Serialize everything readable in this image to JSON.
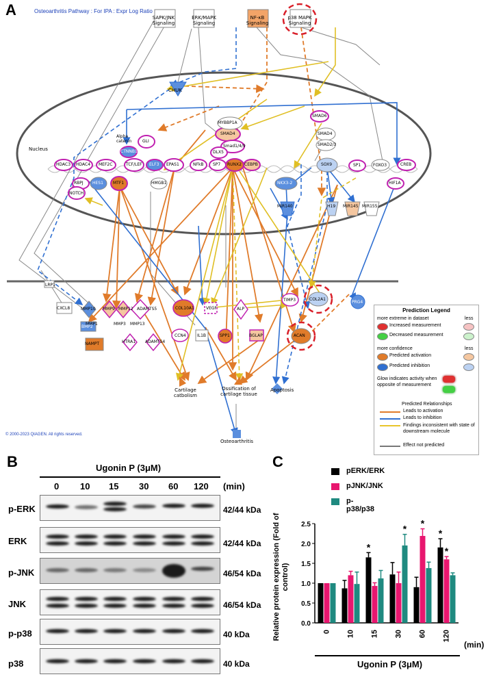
{
  "panel_labels": {
    "a": "A",
    "b": "B",
    "c": "C"
  },
  "pathway": {
    "title": "Osteoarthritis Pathway : For IPA : Expr Log Ratio",
    "copyright": "© 2000-2023 QIAGEN. All rights reserved.",
    "compartment_label": "Nucleus",
    "nodes": {
      "sapk": "SAPK/JNK Signaling",
      "erk": "ERK/MAPK Signaling",
      "nfkb_sig": "NF-κB Signaling",
      "p38": "p38 MAPK Signaling",
      "chuk": "CHUK",
      "smad6": "SMAD6",
      "mybbp1a": "MYBBP1A",
      "smad4a": "SMAD4",
      "smad4b": "SMAD4",
      "smad23": "SMAD2/3",
      "smad149": "Smad1/4/9",
      "alpha": "Alpha catenin",
      "gli": "GLI",
      "ctnnb1": "CTNNB1",
      "tcflef": "TCF/LEF",
      "dlx5": "DLX5",
      "hdac3": "HDAC3",
      "hdac4": "HDAC4",
      "mef2c": "MEF2C",
      "elf3": "ELF3",
      "epas1": "EPAS1",
      "nfkb": "NFkB",
      "sp7": "SP7",
      "runx2": "RUNX2",
      "cebpb": "CEBPB",
      "sox9": "SOX9",
      "sp1": "SP1",
      "foxo3": "FOXO3",
      "creb": "CREB",
      "rbpj": "RBPJ",
      "hes1": "HES1",
      "notch": "NOTCH",
      "mtf1": "MTF1",
      "hmgb1": "HMGB1",
      "nkx32": "NKX3-2",
      "hif1a": "HIF1A",
      "mir140": "MIR140",
      "h19": "H19",
      "mir145": "MIR145",
      "mir155": "MIR155",
      "lrp1": "LRP1",
      "cxcl8": "CXCL8",
      "mmp10": "MMP10",
      "mmp9": "MMP9",
      "mmp12": "MMP12",
      "adamts5": "ADAMTS5",
      "col10a1": "COL10A1",
      "vegf": "VEGF",
      "alp": "ALP",
      "timp3": "TIMP3",
      "col2a1": "COL2A1",
      "prg4": "PRG4",
      "mmp1": "MMP1",
      "mmp3": "MMP3",
      "mmp13": "MMP13",
      "bmp2": "BMP2",
      "nampt": "NAMPT",
      "htra1": "HTRA1",
      "adamts4": "ADAMTS4",
      "ccn4": "CCN4",
      "il1b": "IL1B",
      "spp1": "SPP1",
      "bglap": "BGLAP",
      "acan": "ACAN",
      "cart_cat": "Cartilage catbolism",
      "ossif": "Ossification of cartilage tissue",
      "apop": "Apoptosis",
      "oa": "Osteoarthritis"
    },
    "legend": {
      "title": "Prediction Legend",
      "extreme": "more extreme in dataset",
      "less1": "less",
      "increased": "Increased measurement",
      "decreased": "Decreased measurement",
      "confidence": "more confidence",
      "less2": "less",
      "activation": "Predicted activation",
      "inhibition": "Predicted inhibition",
      "glow": "Glow indicates activity when opposite of measurement",
      "rel_title": "Predicted Relationships",
      "rel_act": "Leads to activation",
      "rel_inh": "Leads to inhibition",
      "rel_inc": "Findings inconsistent with state of downstream molecule",
      "rel_np": "Effect not predicted",
      "colors": {
        "activation": "#e07b2a",
        "inhibition": "#2f6fd1",
        "inconsistent": "#e8c52a",
        "not_predicted": "#777777",
        "increased": "#e03030",
        "decreased": "#44d044"
      }
    }
  },
  "blot": {
    "treatment": "Ugonin P (3μM)",
    "times": [
      "0",
      "10",
      "15",
      "30",
      "60",
      "120"
    ],
    "unit": "(min)",
    "rows": [
      {
        "protein": "p-ERK",
        "kda": "42/44 kDa"
      },
      {
        "protein": "ERK",
        "kda": "42/44 kDa"
      },
      {
        "protein": "p-JNK",
        "kda": "46/54 kDa"
      },
      {
        "protein": "JNK",
        "kda": "46/54 kDa"
      },
      {
        "protein": "p-p38",
        "kda": "40 kDa"
      },
      {
        "protein": "p38",
        "kda": "40 kDa"
      }
    ]
  },
  "chart_data": {
    "type": "bar",
    "categories": [
      "0",
      "10",
      "15",
      "30",
      "60",
      "120"
    ],
    "series": [
      {
        "name": "pERK/ERK",
        "color": "#000000",
        "values": [
          1.0,
          0.87,
          1.65,
          1.22,
          0.9,
          1.9
        ],
        "errors": [
          0.0,
          0.2,
          0.12,
          0.3,
          0.25,
          0.22
        ],
        "significant": [
          false,
          false,
          true,
          false,
          false,
          true
        ]
      },
      {
        "name": "pJNK/JNK",
        "color": "#e8176f",
        "values": [
          1.0,
          1.2,
          0.93,
          1.0,
          2.19,
          1.6
        ],
        "errors": [
          0.0,
          0.1,
          0.08,
          0.28,
          0.18,
          0.07
        ],
        "significant": [
          false,
          false,
          false,
          false,
          true,
          true
        ]
      },
      {
        "name": "p-p38/p38",
        "color": "#1f8a80",
        "values": [
          1.0,
          0.98,
          1.12,
          1.95,
          1.38,
          1.2
        ],
        "errors": [
          0.0,
          0.3,
          0.2,
          0.28,
          0.15,
          0.06
        ],
        "significant": [
          false,
          false,
          false,
          true,
          false,
          false
        ]
      }
    ],
    "ylabel": "Relative protein expression (Fold of control)",
    "xlabel": "Ugonin P (3μM)",
    "x_unit": "(min)",
    "ylim": [
      0,
      2.5
    ],
    "yticks": [
      "0.0",
      "0.5",
      "1.0",
      "1.5",
      "2.0",
      "2.5"
    ],
    "sig_marker": "*",
    "legend_position": "top"
  }
}
